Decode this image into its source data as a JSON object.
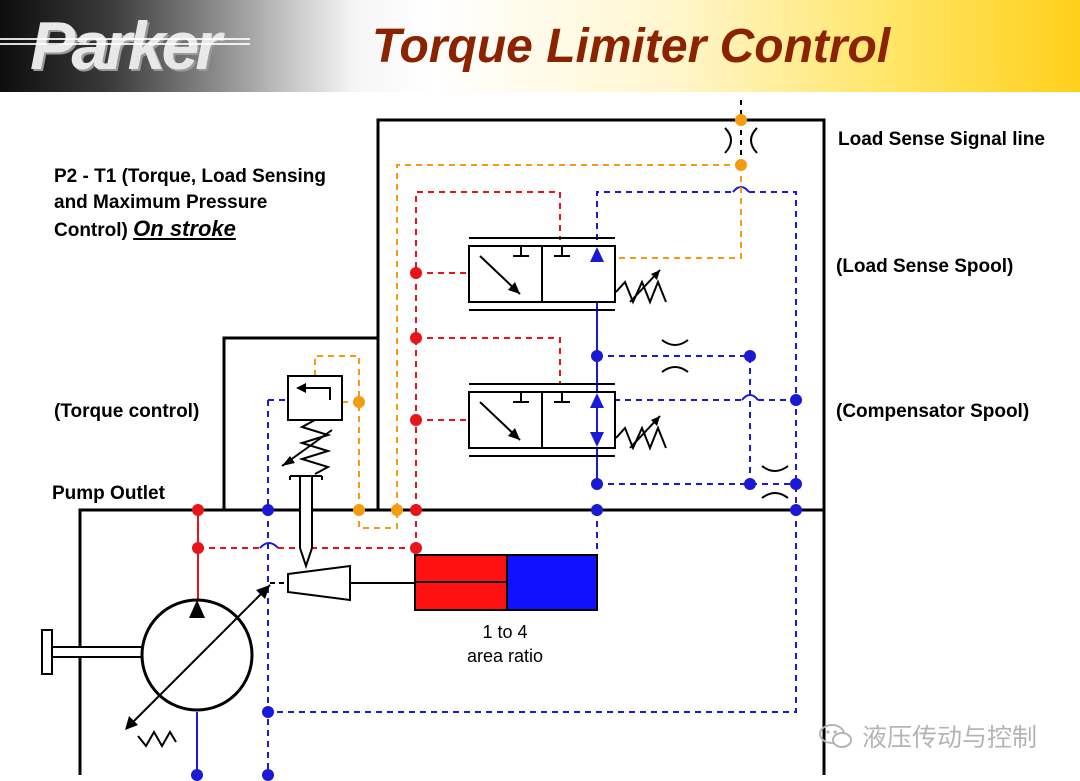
{
  "header": {
    "logo_text": "Parker",
    "title": "Torque Limiter Control"
  },
  "labels": {
    "subtitle_line1": "P2 - T1 (Torque, Load Sensing",
    "subtitle_line2": "and Maximum Pressure",
    "subtitle_line3_prefix": "Control) ",
    "subtitle_emphasis": "On stroke",
    "load_sense_signal_line": "Load Sense Signal line",
    "load_sense_spool": "(Load Sense Spool)",
    "compensator_spool": "(Compensator Spool)",
    "torque_control": "(Torque control)",
    "pump_outlet": "Pump Outlet",
    "ratio_line1": "1 to 4",
    "ratio_line2": "area ratio"
  },
  "watermark": {
    "icon": "wechat-icon",
    "text": "液压传动与控制"
  },
  "colors": {
    "title": "#8b2300",
    "pressure_line": "#e8141a",
    "control_line": "#1a1ad6",
    "signal_line": "#f39c12",
    "piston_red": "#ff1111",
    "piston_blue": "#1111ff"
  }
}
